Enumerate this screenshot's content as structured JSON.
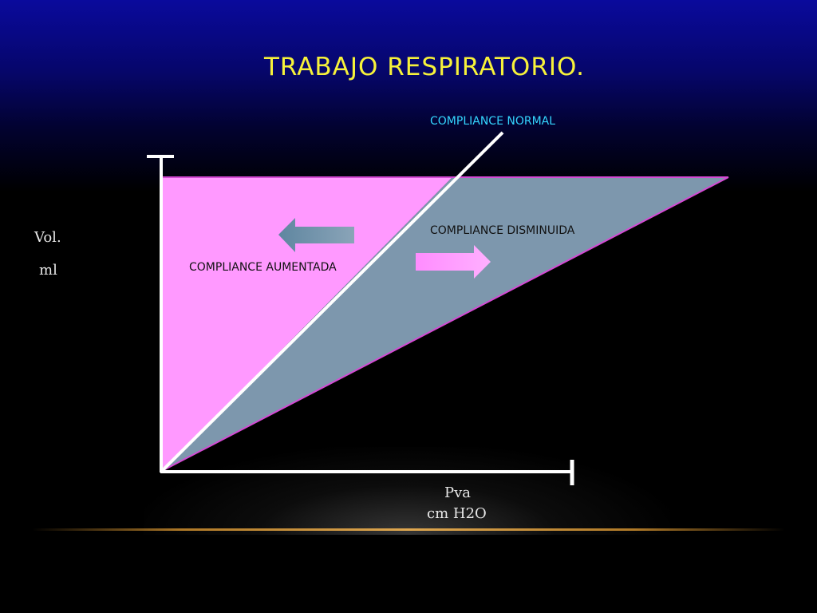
{
  "slide": {
    "title": "TRABAJO  RESPIRATORIO."
  },
  "diagram": {
    "labels": {
      "compliance_normal": "COMPLIANCE  NORMAL",
      "compliance_disminuida": "COMPLIANCE  DISMINUIDA",
      "compliance_aumentada": "COMPLIANCE  AUMENTADA"
    },
    "y_axis": {
      "label_line1": "Vol.",
      "label_line2": "ml"
    },
    "x_axis": {
      "label_line1": "Pva",
      "label_line2": "cm H2O"
    },
    "colors": {
      "title": "#f7f23a",
      "normal_label": "#34d6ff",
      "region_aumentada": "#ff99ff",
      "region_disminuida": "#7d97ad",
      "arrow_left": "#6e90a8",
      "arrow_right": "#ff99ff",
      "axis": "#ffffff",
      "edge": "#d44ad4"
    }
  }
}
